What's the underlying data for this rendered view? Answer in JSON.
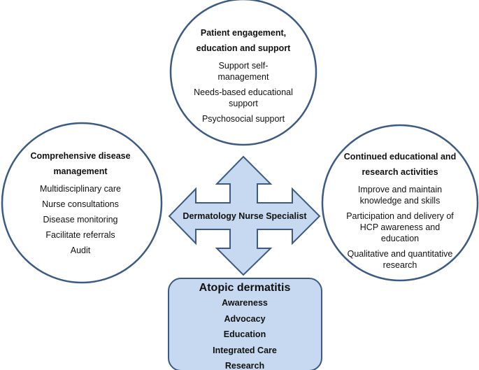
{
  "colors": {
    "outline": "#3b5a84",
    "fill": "#c6d9f0"
  },
  "top": {
    "title": "Patient engagement, education and support",
    "items": [
      "Support self-management",
      "Needs-based educational support",
      "Psychosocial support"
    ]
  },
  "left": {
    "title": "Comprehensive disease management",
    "items": [
      "Multidisciplinary care",
      "Nurse consultations",
      "Disease monitoring",
      "Facilitate referrals",
      "Audit"
    ]
  },
  "right": {
    "title": "Continued educational and research activities",
    "items": [
      "Improve and maintain knowledge and skills",
      "Participation and delivery of HCP awareness and education",
      "Qualitative and quantitative research"
    ]
  },
  "center": {
    "label": "Dermatology Nurse Specialist"
  },
  "bottom": {
    "title": "Atopic dermatitis",
    "items": [
      "Awareness",
      "Advocacy",
      "Education",
      "Integrated Care",
      "Research"
    ]
  }
}
